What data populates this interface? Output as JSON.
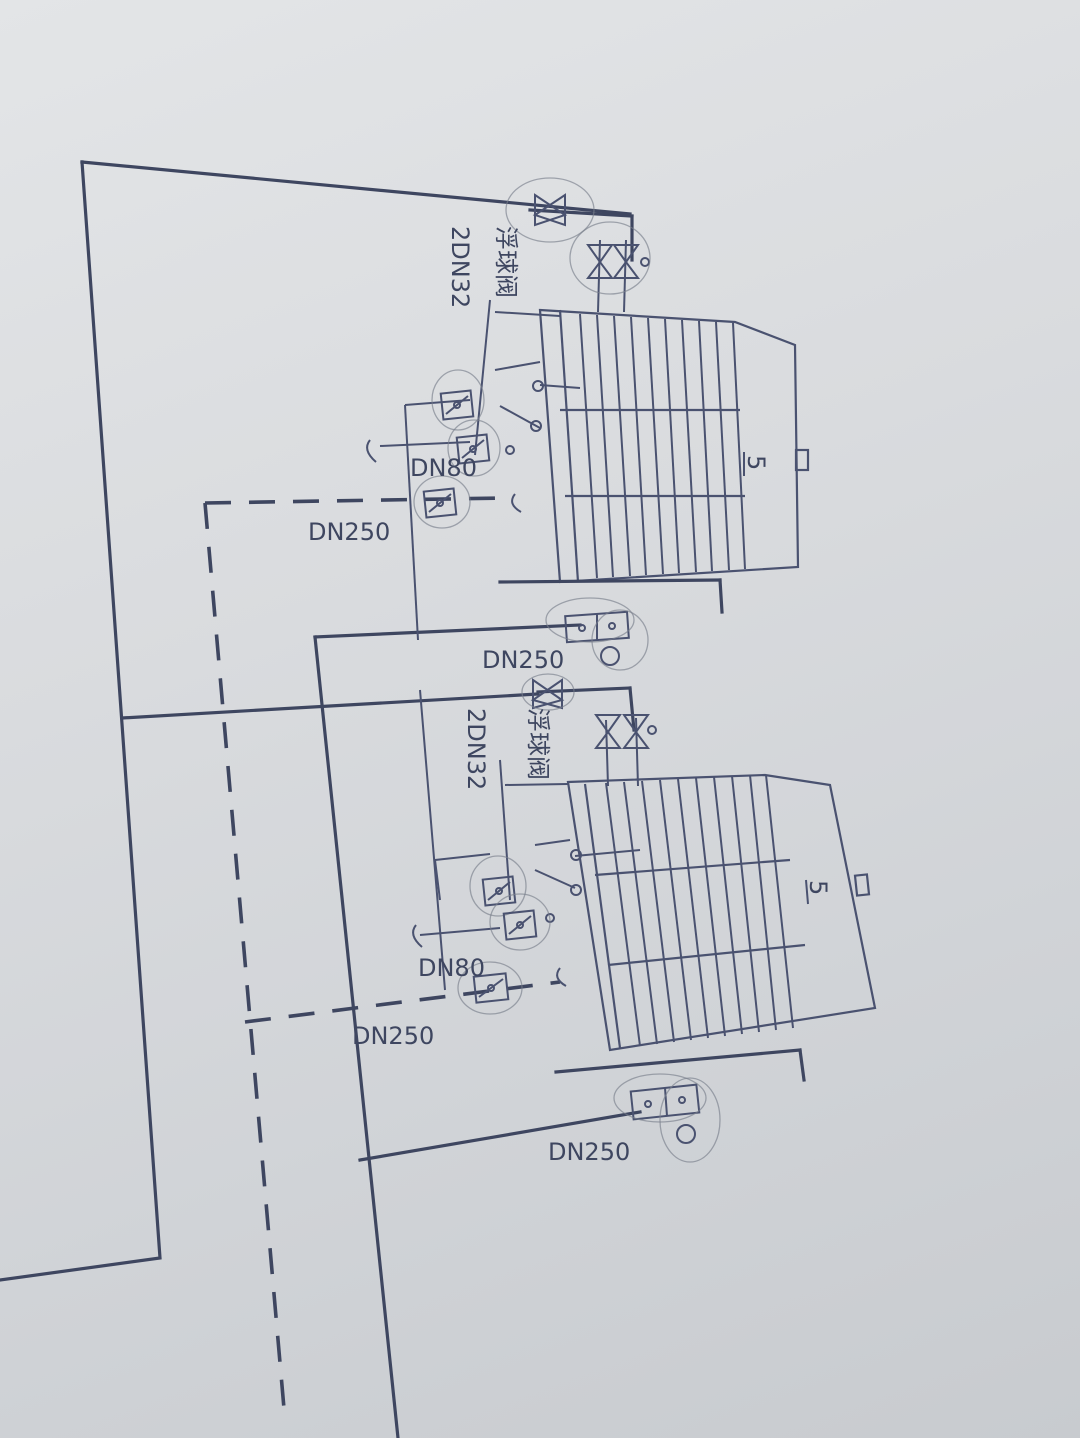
{
  "labels": {
    "dn250": "DN250",
    "dn80": "DN80",
    "dn32": "2DN32",
    "float_valve": "浮球阀",
    "tower_number": "5"
  }
}
